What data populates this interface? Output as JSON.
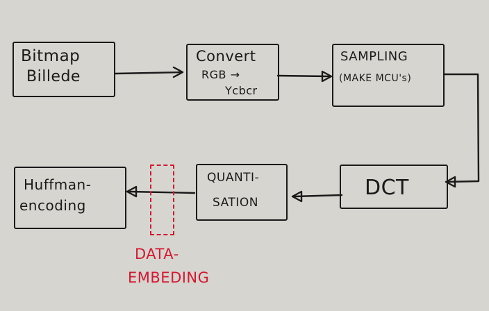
{
  "nodes": {
    "bitmap": {
      "line1": "Bitmap",
      "line2": "Billede"
    },
    "convert": {
      "line1": "Convert",
      "line2": "RGB →",
      "line3": "Ycbcr"
    },
    "sampling": {
      "line1": "SAMPLING",
      "line2": "(MAKE MCU's)"
    },
    "dct": {
      "label": "DCT"
    },
    "quant": {
      "line1": "QUANTI-",
      "line2": "SATION"
    },
    "huffman": {
      "line1": "Huffman-",
      "line2": "encoding"
    }
  },
  "annotation": {
    "line1": "DATA-",
    "line2": "EMBEDING"
  },
  "colors": {
    "ink": "#1a1a1a",
    "highlight": "#d21932",
    "paper": "#d6d5cf"
  }
}
